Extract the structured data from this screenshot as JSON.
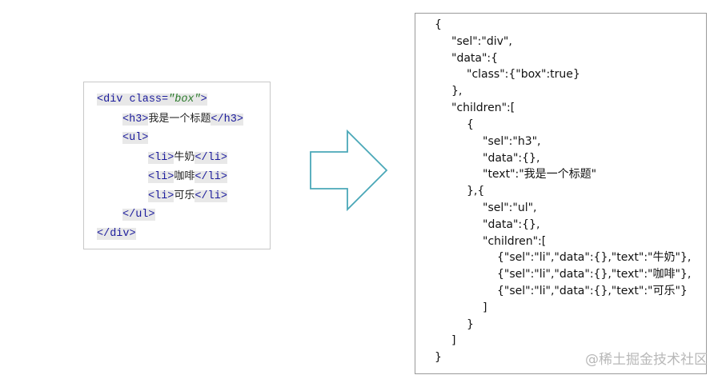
{
  "html_code": {
    "div_open": "<div",
    "div_attr_name": "class=",
    "div_attr_value": "\"box\"",
    "div_open_close": ">",
    "h3_open": "<h3>",
    "h3_text": "我是一个标题",
    "h3_close": "</h3>",
    "ul_open": "<ul>",
    "li_items": [
      {
        "open": "<li>",
        "text": "牛奶",
        "close": "</li>"
      },
      {
        "open": "<li>",
        "text": "咖啡",
        "close": "</li>"
      },
      {
        "open": "<li>",
        "text": "可乐",
        "close": "</li>"
      }
    ],
    "ul_close": "</ul>",
    "div_close": "</div>"
  },
  "arrow": {
    "stroke_color": "#4aa8b8",
    "fill_color": "#ffffff"
  },
  "json_lines": [
    "{",
    "\"sel\":\"div\",",
    "\"data\":{",
    "\"class\":{\"box\":true}",
    "},",
    "\"children\":[",
    "{",
    "\"sel\":\"h3\",",
    "\"data\":{},",
    "\"text\":\"我是一个标题\"",
    "},{",
    "\"sel\":\"ul\",",
    "\"data\":{},",
    "\"children\":[",
    "{\"sel\":\"li\",\"data\":{},\"text\":\"牛奶\"},",
    "{\"sel\":\"li\",\"data\":{},\"text\":\"咖啡\"},",
    "{\"sel\":\"li\",\"data\":{},\"text\":\"可乐\"}",
    "]",
    "}",
    "]",
    "}"
  ],
  "watermark": "@稀土掘金技术社区"
}
